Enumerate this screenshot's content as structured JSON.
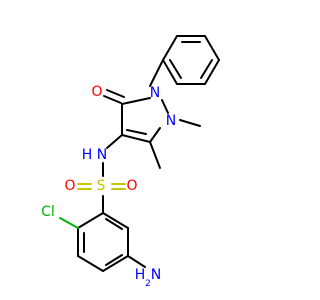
{
  "molecule": {
    "labels": {
      "o_carbonyl": "O",
      "n1": "N",
      "n2": "N",
      "nh": "N",
      "h_nh": "H",
      "s": "S",
      "o_left": "O",
      "o_right": "O",
      "cl": "Cl",
      "nh2_h": "H",
      "nh2_n": "N",
      "nh2_sub": "2"
    },
    "colors": {
      "oxygen": "#ff0000",
      "nitrogen": "#0000ff",
      "sulfur": "#c8c800",
      "chlorine": "#00b400",
      "carbon": "#000000"
    }
  }
}
